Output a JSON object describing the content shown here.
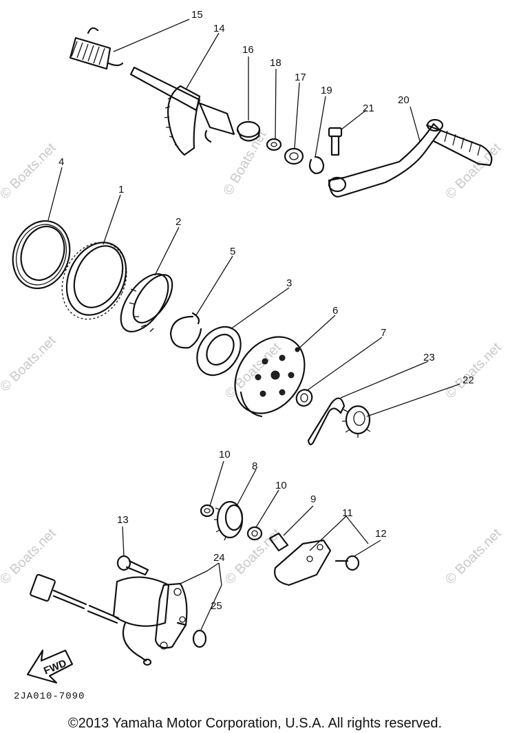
{
  "watermark": "© Boats.net",
  "reference_code": "2JA010-7090",
  "copyright": "©2013 Yamaha Motor Corporation, U.S.A. All rights reserved.",
  "fwd_label": "FWD",
  "callouts": [
    "15",
    "14",
    "16",
    "18",
    "17",
    "19",
    "21",
    "20",
    "4",
    "1",
    "2",
    "5",
    "3",
    "6",
    "7",
    "23",
    "22",
    "10",
    "8",
    "10",
    "9",
    "11",
    "12",
    "13",
    "24",
    "25"
  ]
}
